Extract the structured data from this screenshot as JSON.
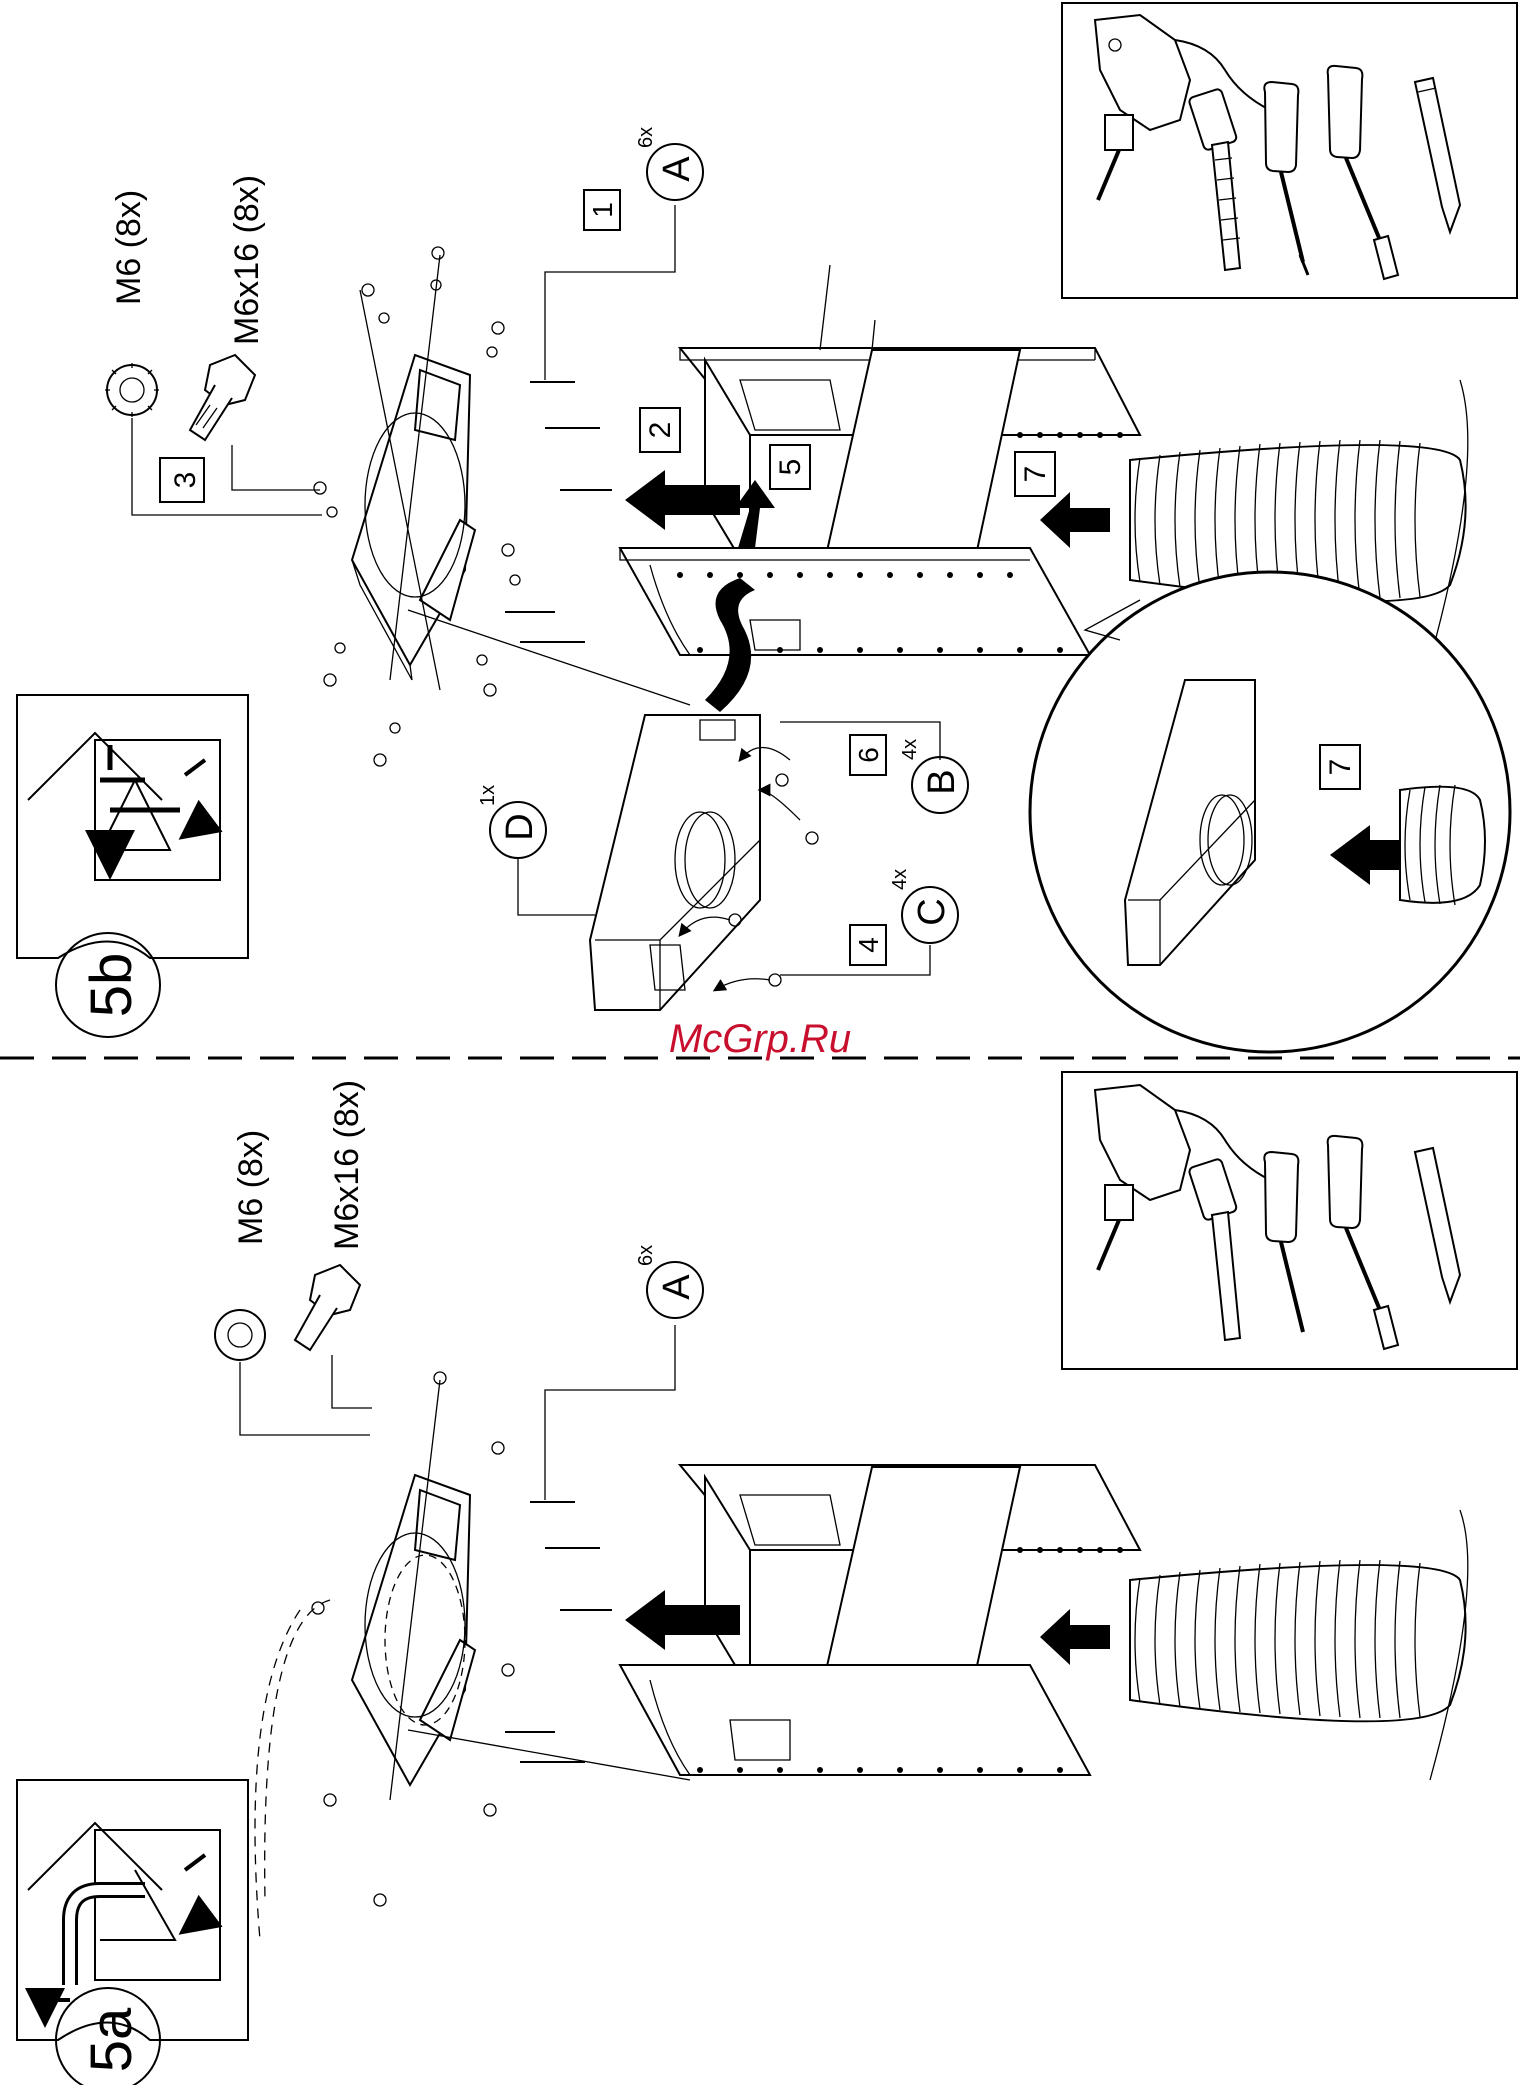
{
  "panel_top": {
    "id": "5b",
    "parts": {
      "washer": "M6 (8x)",
      "bolt": "M6x16 (8x)",
      "A": "A",
      "A_qty": "6x",
      "B": "B",
      "B_qty": "4x",
      "C": "C",
      "C_qty": "4x",
      "D": "D",
      "D_qty": "1x"
    },
    "steps": [
      "1",
      "2",
      "3",
      "4",
      "5",
      "6",
      "7"
    ],
    "detail_step": "7"
  },
  "panel_bottom": {
    "id": "5a",
    "parts": {
      "washer": "M6 (8x)",
      "bolt": "M6x16 (8x)",
      "A": "A",
      "A_qty": "6x"
    }
  },
  "watermark": "McGrp.Ru",
  "colors": {
    "ink": "#000000",
    "watermark": "#c8102e",
    "paper": "#ffffff"
  },
  "icons": [
    "drill-icon",
    "utility-knife-icon",
    "phillips-screwdriver-icon",
    "nut-driver-icon",
    "pencil-icon",
    "exhaust-hood-icon"
  ]
}
